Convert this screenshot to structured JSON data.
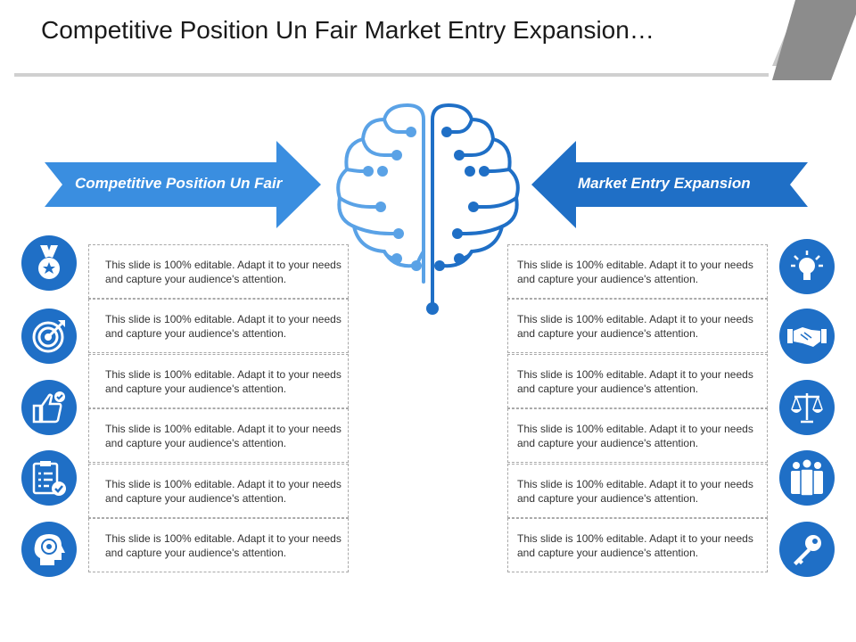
{
  "slide": {
    "title": "Competitive Position Un Fair Market Entry Expansion…",
    "colors": {
      "primary": "#1f6fc6",
      "secondary": "#3a8ee0",
      "light": "#5aa2e6",
      "rule": "#d0d0d0",
      "corner": "#8c8c8c"
    }
  },
  "left": {
    "heading": "Competitive Position Un Fair",
    "items": [
      {
        "icon": "medal-icon",
        "text": "This slide is 100% editable. Adapt it to your needs and capture your audience's attention."
      },
      {
        "icon": "target-icon",
        "text": "This slide is 100% editable. Adapt it to your needs and capture your audience's attention."
      },
      {
        "icon": "thumbs-up-icon",
        "text": "This slide is 100% editable. Adapt it to your needs and capture your audience's attention."
      },
      {
        "icon": "clipboard-check-icon",
        "text": "This slide is 100% editable. Adapt it to your needs and capture your audience's attention."
      },
      {
        "icon": "head-target-icon",
        "text": "This slide is 100% editable. Adapt it to your needs and capture your audience's attention."
      },
      {
        "icon": "",
        "text": "This slide is 100% editable. Adapt it to your needs and capture your audience's attention."
      }
    ]
  },
  "right": {
    "heading": "Market Entry Expansion",
    "items": [
      {
        "icon": "lightbulb-icon",
        "text": "This slide is 100% editable. Adapt it to your needs and capture your audience's attention."
      },
      {
        "icon": "handshake-icon",
        "text": "This slide is 100% editable. Adapt it to your needs and capture your audience's attention."
      },
      {
        "icon": "scales-icon",
        "text": "This slide is 100% editable. Adapt it to your needs and capture your audience's attention."
      },
      {
        "icon": "team-icon",
        "text": "This slide is 100% editable. Adapt it to your needs and capture your audience's attention."
      },
      {
        "icon": "key-icon",
        "text": "This slide is 100% editable. Adapt it to your needs and capture your audience's attention."
      },
      {
        "icon": "",
        "text": "This slide is 100% editable. Adapt it to your needs and capture your audience's attention."
      }
    ]
  }
}
